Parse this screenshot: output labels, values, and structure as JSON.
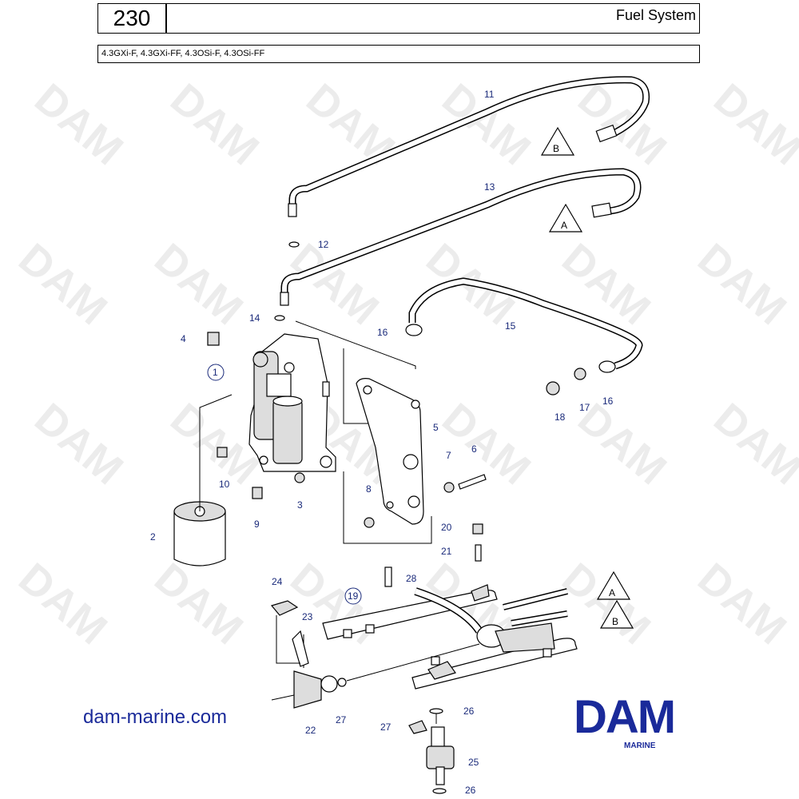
{
  "header": {
    "page_number": "230",
    "title": "Fuel System",
    "models": "4.3GXi-F, 4.3GXi-FF, 4.3OSi-F, 4.3OSi-FF"
  },
  "watermark": {
    "text": "DAM"
  },
  "callouts": {
    "c1": "1",
    "c2": "2",
    "c3": "3",
    "c4": "4",
    "c5": "5",
    "c6": "6",
    "c7": "7",
    "c8": "8",
    "c9": "9",
    "c10": "10",
    "c11": "11",
    "c12": "12",
    "c13": "13",
    "c14": "14",
    "c15": "15",
    "c16a": "16",
    "c16b": "16",
    "c17": "17",
    "c18": "18",
    "c19": "19",
    "c20": "20",
    "c21": "21",
    "c22": "22",
    "c23": "23",
    "c24": "24",
    "c25": "25",
    "c26a": "26",
    "c26b": "26",
    "c27a": "27",
    "c27b": "27",
    "c28": "28"
  },
  "connectors": {
    "a_top": "A",
    "b_top": "B",
    "a_bottom": "A",
    "b_bottom": "B"
  },
  "footer": {
    "website": "dam-marine.com",
    "brand": "DAM",
    "brand_sub": "MARINE",
    "brand_color": "#1a2a9a"
  }
}
